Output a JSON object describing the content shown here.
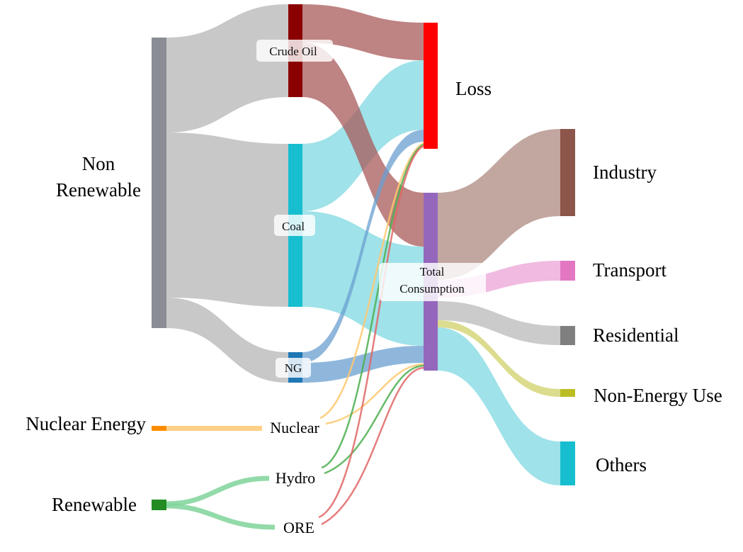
{
  "nodes": {
    "non_renewable": {
      "line1": "Non",
      "line2": "Renewable",
      "color": "#8a8d93"
    },
    "nuclear_energy": {
      "label": "Nuclear Energy",
      "color": "#ff8c00"
    },
    "renewable": {
      "label": "Renewable",
      "color": "#228b22"
    },
    "crude_oil": {
      "label": "Crude Oil",
      "color": "#8b0000"
    },
    "coal": {
      "label": "Coal",
      "color": "#17becf"
    },
    "ng": {
      "label": "NG",
      "color": "#1f77b4"
    },
    "nuclear": {
      "label": "Nuclear"
    },
    "hydro": {
      "label": "Hydro"
    },
    "ore": {
      "label": "ORE"
    },
    "loss": {
      "label": "Loss",
      "color": "#ff0000"
    },
    "total_consumption": {
      "line1": "Total",
      "line2": "Consumption",
      "color": "#9467bd"
    },
    "industry": {
      "label": "Industry",
      "color": "#8c564b"
    },
    "transport": {
      "label": "Transport",
      "color": "#e377c2"
    },
    "residential": {
      "label": "Residential",
      "color": "#7f7f7f"
    },
    "non_energy_use": {
      "label": "Non-Energy Use",
      "color": "#bcbd22"
    },
    "others": {
      "label": "Others",
      "color": "#17becf"
    }
  },
  "link_colors": {
    "grey": "#b5b5b5",
    "crude": "#a85a5a",
    "coal": "#7fd8e2",
    "ng": "#6a9fd0",
    "nuclear": "#ffc870",
    "renewable": "#7fd39a",
    "hydro": "#4caf50",
    "ore": "#e06666",
    "industry": "#b39088",
    "transport": "#eca9da",
    "non_energy": "#d6d67a"
  }
}
